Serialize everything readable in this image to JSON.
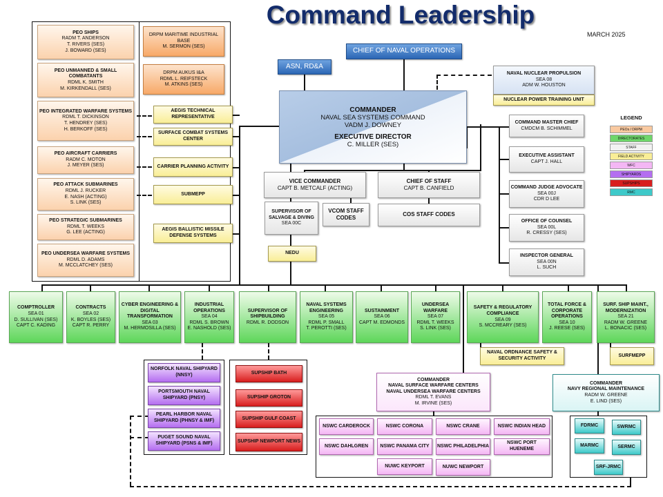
{
  "title": "Command Leadership",
  "date": "MARCH 2025",
  "cno": "CHIEF OF NAVAL OPERATIONS",
  "asn": "ASN, RD&A",
  "commander": {
    "line1": "COMMANDER",
    "line2": "NAVAL SEA SYSTEMS COMMAND",
    "line3": "VADM J. DOWNEY",
    "line4": "EXECUTIVE DIRECTOR",
    "line5": "C. MILLER (SES)"
  },
  "nnp": {
    "title": "NAVAL NUCLEAR PROPULSION",
    "lines": "SEA 08\nADM W. HOUSTON"
  },
  "nptu": "NUCLEAR POWER TRAINING UNIT",
  "legend": {
    "title": "LEGEND",
    "items": [
      "PEOs / DRPM",
      "DIRECTORATES",
      "STAFF",
      "FIELD ACTIVITY",
      "WFC",
      "SHIPYARDS",
      "SUPSHIPS",
      "RMC"
    ],
    "colors": [
      "#f9c9a0",
      "#6fd66b",
      "#f2f2f2",
      "#f9ee97",
      "#f4b7f4",
      "#b46ef0",
      "#d81e1e",
      "#3ec9c9"
    ]
  },
  "peos": [
    {
      "t": "PEO SHIPS",
      "l": "RADM T. ANDERSON\nT. RIVERS (SES)\nJ. BOWARD (SES)"
    },
    {
      "t": "PEO UNMANNED & SMALL COMBATANTS",
      "l": "RDML K. SMITH\nM. KIRKENDALL (SES)"
    },
    {
      "t": "PEO INTEGRATED WARFARE SYSTEMS",
      "l": "RDML T. DICKINSON\nT. HENDREY (SES)\nH. BERKOFF (SES)"
    },
    {
      "t": "PEO AIRCRAFT CARRIERS",
      "l": "RADM C. MOTON\nJ. MEYER (SES)"
    },
    {
      "t": "PEO ATTACK SUBMARINES",
      "l": "RDML J. RUCKER\nE. NASH (ACTING)\nS. LINK (SES)"
    },
    {
      "t": "PEO STRATEGIC SUBMARINES",
      "l": "RDML T. WEEKS\nG. LEE (ACTING)"
    },
    {
      "t": "PEO UNDERSEA WARFARE SYSTEMS",
      "l": "RDML D. ADAMS\nM. MCCLATCHEY (SES)"
    }
  ],
  "drpms": [
    {
      "t": "DRPM MARITIME INDUSTRIAL BASE",
      "l": "M. SERMON (SES)"
    },
    {
      "t": "DRPM AUKUS I&A",
      "l": "RDML L. REIFSTECK\nM. ATKINS (SES)"
    }
  ],
  "field_left": [
    {
      "t": "AEGIS TECHNICAL REPRESENTATIVE"
    },
    {
      "t": "SURFACE COMBAT SYSTEMS CENTER"
    },
    {
      "t": "CARRIER PLANNING ACTIVITY"
    },
    {
      "t": "SUBMEPP"
    },
    {
      "t": "AEGIS BALLISTIC MISSILE DEFENSE SYSTEMS"
    }
  ],
  "vice": {
    "t": "VICE COMMANDER",
    "l": "CAPT B. METCALF (ACTING)"
  },
  "cos": {
    "t": "CHIEF OF STAFF",
    "l": "CAPT B. CANFIELD"
  },
  "salvage": {
    "t": "SUPERVISOR OF SALVAGE & DIVING",
    "l": "SEA 00C"
  },
  "vcom_codes": "VCOM STAFF CODES",
  "cos_codes": "COS STAFF CODES",
  "nedu": "NEDU",
  "staff_right": [
    {
      "t": "COMMAND MASTER CHIEF",
      "l": "CMDCM B. SCHIMMEL"
    },
    {
      "t": "EXECUTIVE ASSISTANT",
      "l": "CAPT J. HALL"
    },
    {
      "t": "COMMAND JUDGE ADVOCATE",
      "l": "SEA 00J\nCDR D LEE"
    },
    {
      "t": "OFFICE OF COUNSEL",
      "l": "SEA 00L\nR. CRESSY (SES)"
    },
    {
      "t": "INSPECTOR GENERAL",
      "l": "SEA 00N\nL. SUCH"
    }
  ],
  "directorates": [
    {
      "t": "COMPTROLLER",
      "l": "SEA 01\nD. SULLIVAN (SES)\nCAPT C. KADING"
    },
    {
      "t": "CONTRACTS",
      "l": "SEA 02\nK. BOYLES (SES)\nCAPT R. PERRY"
    },
    {
      "t": "CYBER ENGINEERING & DIGITAL TRANSFORMATION",
      "l": "SEA 03\nM. HERMOSILLA (SES)"
    },
    {
      "t": "INDUSTRIAL OPERATIONS",
      "l": "SEA 04\nRDML S. BROWN\nE. NASHOLD (SES)"
    },
    {
      "t": "SUPERVISOR OF SHIPBUILDING",
      "l": "RDML R. DODSON"
    },
    {
      "t": "NAVAL SYSTEMS ENGINEERING",
      "l": "SEA 05\nRDML P. SMALL\nT. PEROTTI (SES)"
    },
    {
      "t": "SUSTAINMENT",
      "l": "SEA 06\nCAPT M. EDMONDS"
    },
    {
      "t": "UNDERSEA WARFARE",
      "l": "SEA 07\nRDML T. WEEKS\nS. LINK (SES)"
    },
    {
      "t": "SAFETY & REGULATORY COMPLIANCE",
      "l": "SEA 09\nS. MCCREARY (SES)"
    },
    {
      "t": "TOTAL FORCE & CORPORATE OPERATIONS",
      "l": "SEA 10\nJ. REESE (SES)"
    },
    {
      "t": "SURF. SHIP MAINT., MODERNIZATION",
      "l": "SEA 21\nRADM W. GREENE\nL. BONACIC (SES)"
    }
  ],
  "naval_ordnance": "NAVAL ORDNANCE SAFETY & SECURITY ACTIVITY",
  "surfmepp": "SURFMEPP",
  "shipyards": [
    "NORFOLK NAVAL SHIPYARD\n(NNSY)",
    "PORTSMOUTH NAVAL SHIPYARD (PNSY)",
    "PEARL HARBOR NAVAL SHIPYARD (PHNSY & IMF)",
    "PUGET SOUND NAVAL SHIPYARD (PSNS & IMF)"
  ],
  "supships": [
    "SUPSHIP BATH",
    "SUPSHIP GROTON",
    "SUPSHIP GULF COAST",
    "SUPSHIP NEWPORT NEWS"
  ],
  "wfc_cmd": {
    "t": "COMMANDER\nNAVAL SURFACE WARFARE CENTERS\nNAVAL UNDERSEA WARFARE CENTERS",
    "l": "RDML T. EVANS\nM. IRVINE (SES)"
  },
  "wfc_units": [
    "NSWC CARDEROCK",
    "NSWC CORONA",
    "NSWC CRANE",
    "NSWC INDIAN HEAD",
    "NSWC DAHLGREN",
    "NSWC PANAMA CITY",
    "NSWC PHILADELPHIA",
    "NSWC PORT HUENEME",
    "NUWC KEYPORT",
    "NUWC NEWPORT"
  ],
  "rmc_cmd": {
    "t": "COMMANDER\nNAVY REGIONAL MAINTENANCE",
    "l": "RADM W. GREENE\nE. LIND (SES)"
  },
  "rmc_units": [
    "FDRMC",
    "SWRMC",
    "MARMC",
    "SERMC",
    "SRF-JRMC"
  ]
}
